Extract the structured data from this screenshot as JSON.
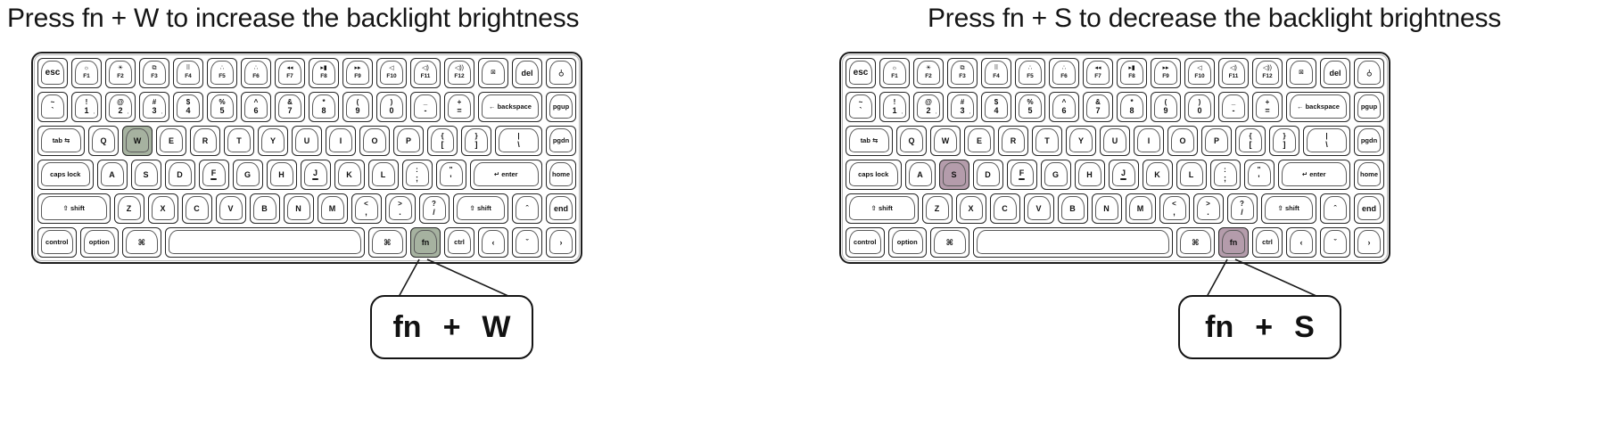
{
  "panels": [
    {
      "title": "Press fn + W to increase the backlight brightness",
      "combo": {
        "key1": "fn",
        "plus": "+",
        "key2": "W"
      },
      "highlight_keys": [
        "fn",
        "W"
      ],
      "highlight_color": "#a6b2a0"
    },
    {
      "title": "Press fn + S to decrease the backlight brightness",
      "combo": {
        "key1": "fn",
        "plus": "+",
        "key2": "S"
      },
      "highlight_keys": [
        "fn",
        "S"
      ],
      "highlight_color": "#b49cab"
    }
  ],
  "colors": {
    "sage_highlight": "#a6b2a0",
    "mauve_highlight": "#b49cab",
    "case_border": "#1d1d1d",
    "key_border": "#262626",
    "text": "#151515"
  },
  "keyboard": {
    "rows": [
      [
        {
          "l": "esc",
          "n": "esc"
        },
        {
          "icon": "☼",
          "sub": "F1",
          "n": "f1-brightness-down"
        },
        {
          "icon": "☀",
          "sub": "F2",
          "n": "f2-brightness-up"
        },
        {
          "icon": "⧉",
          "sub": "F3",
          "n": "f3-mission-control"
        },
        {
          "icon": "⠿",
          "sub": "F4",
          "n": "f4-launchpad"
        },
        {
          "icon": "∴",
          "sub": "F5",
          "n": "f5-keyboard-light-down"
        },
        {
          "icon": "∴",
          "sub": "F6",
          "n": "f6-keyboard-light-up"
        },
        {
          "icon": "◂◂",
          "sub": "F7",
          "n": "f7-rewind"
        },
        {
          "icon": "▸▮",
          "sub": "F8",
          "n": "f8-play-pause"
        },
        {
          "icon": "▸▸",
          "sub": "F9",
          "n": "f9-fast-forward"
        },
        {
          "icon": "◁",
          "sub": "F10",
          "n": "f10-mute"
        },
        {
          "icon": "◁)",
          "sub": "F11",
          "n": "f11-volume-down"
        },
        {
          "icon": "◁))",
          "sub": "F12",
          "n": "f12-volume-up"
        },
        {
          "icon": "⊠",
          "n": "screenshot"
        },
        {
          "l": "del",
          "n": "del"
        },
        {
          "icon": "⚲",
          "rot": true,
          "n": "lightbulb"
        }
      ],
      [
        {
          "top": "~",
          "l": "`",
          "n": "backtick"
        },
        {
          "top": "!",
          "l": "1",
          "tr": "‚"
        },
        {
          "top": "@",
          "l": "2",
          "tr": "‚"
        },
        {
          "top": "#",
          "l": "3",
          "tr": "‚"
        },
        {
          "top": "$",
          "l": "4"
        },
        {
          "top": "%",
          "l": "5"
        },
        {
          "top": "^",
          "l": "6"
        },
        {
          "top": "&",
          "l": "7"
        },
        {
          "top": "*",
          "l": "8"
        },
        {
          "top": "(",
          "l": "9"
        },
        {
          "top": ")",
          "l": "0"
        },
        {
          "top": "_",
          "l": "-",
          "n": "minus"
        },
        {
          "top": "+",
          "l": "=",
          "n": "equals"
        },
        {
          "l": "← backspace",
          "w": 2,
          "n": "backspace"
        },
        {
          "l": "pgup",
          "n": "pgup"
        }
      ],
      [
        {
          "l": "tab ⇆",
          "w": 1.5,
          "n": "tab"
        },
        {
          "l": "Q"
        },
        {
          "l": "W",
          "id": "W"
        },
        {
          "l": "E"
        },
        {
          "l": "R"
        },
        {
          "l": "T"
        },
        {
          "l": "Y"
        },
        {
          "l": "U"
        },
        {
          "l": "I"
        },
        {
          "l": "O"
        },
        {
          "l": "P"
        },
        {
          "top": "{",
          "l": "[",
          "n": "bracket-open"
        },
        {
          "top": "}",
          "l": "]",
          "n": "bracket-close"
        },
        {
          "top": "|",
          "l": "\\",
          "w": 1.5,
          "n": "backslash"
        },
        {
          "l": "pgdn",
          "n": "pgdn"
        }
      ],
      [
        {
          "l": "caps lock",
          "w": 1.75,
          "n": "caps-lock"
        },
        {
          "l": "A"
        },
        {
          "l": "S",
          "id": "S"
        },
        {
          "l": "D"
        },
        {
          "l": "F",
          "homing": true
        },
        {
          "l": "G"
        },
        {
          "l": "H"
        },
        {
          "l": "J",
          "homing": true
        },
        {
          "l": "K"
        },
        {
          "l": "L"
        },
        {
          "top": ":",
          "l": ";",
          "n": "semicolon"
        },
        {
          "top": "\"",
          "l": "'",
          "n": "quote"
        },
        {
          "l": "↵ enter",
          "w": 2.25,
          "n": "enter"
        },
        {
          "l": "home",
          "n": "home"
        }
      ],
      [
        {
          "l": "⇧ shift",
          "w": 2.25,
          "n": "shift-left"
        },
        {
          "l": "Z"
        },
        {
          "l": "X"
        },
        {
          "l": "C"
        },
        {
          "l": "V"
        },
        {
          "l": "B"
        },
        {
          "l": "N"
        },
        {
          "l": "M"
        },
        {
          "top": "<",
          "l": ",",
          "n": "comma"
        },
        {
          "top": ">",
          "l": ".",
          "n": "period"
        },
        {
          "top": "?",
          "l": "/",
          "n": "slash"
        },
        {
          "l": "⇧ shift",
          "w": 1.75,
          "n": "shift-right"
        },
        {
          "l": "ˆ",
          "n": "arrow-up"
        },
        {
          "l": "end",
          "n": "end"
        }
      ],
      [
        {
          "l": "control",
          "w": 1.25,
          "n": "control"
        },
        {
          "l": "option",
          "w": 1.25,
          "n": "option"
        },
        {
          "l": "⌘",
          "w": 1.25,
          "n": "command-left"
        },
        {
          "l": "",
          "w": 6,
          "n": "space"
        },
        {
          "l": "⌘",
          "w": 1.25,
          "n": "command-right"
        },
        {
          "l": "fn",
          "id": "fn",
          "n": "fn"
        },
        {
          "l": "ctrl",
          "n": "ctrl"
        },
        {
          "l": "‹",
          "n": "arrow-left"
        },
        {
          "l": "ˇ",
          "n": "arrow-down"
        },
        {
          "l": "›",
          "n": "arrow-right"
        }
      ]
    ]
  }
}
